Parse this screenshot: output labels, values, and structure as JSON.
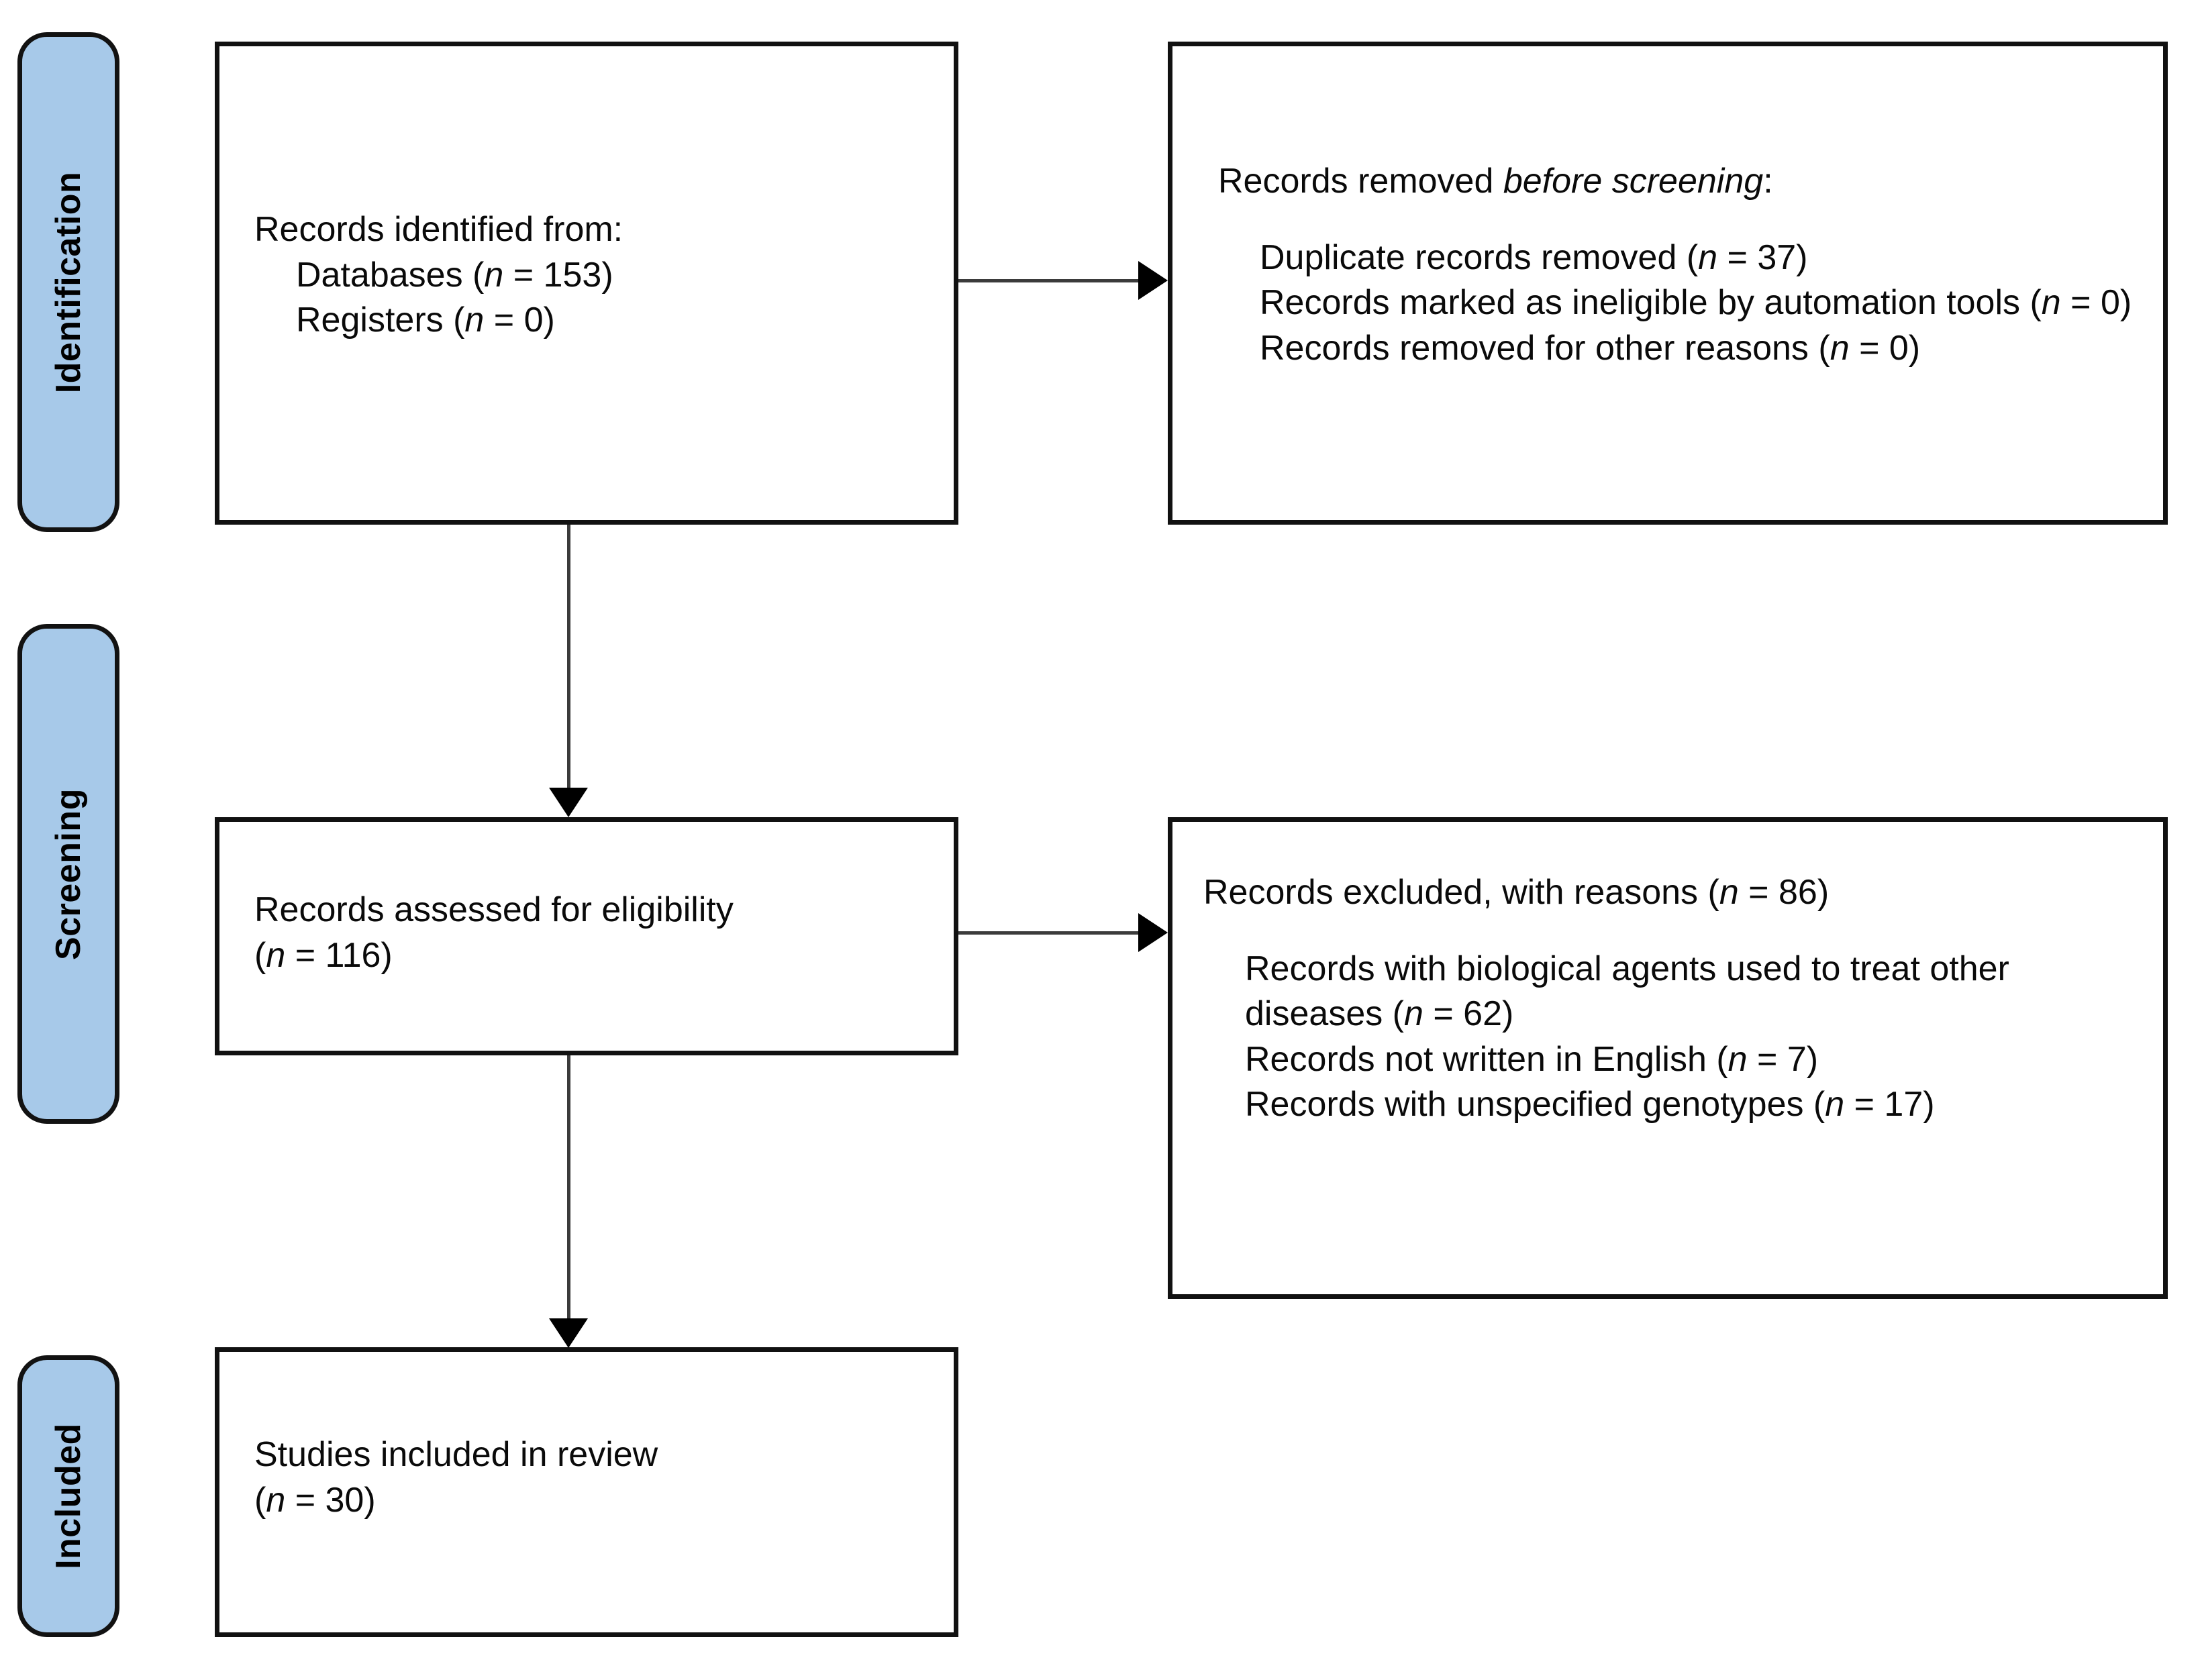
{
  "diagram": {
    "title": "PRISMA 2020 flow diagram",
    "colors": {
      "stage_band_fill": "#a7c9e9",
      "stage_band_border": "#121212",
      "box_border": "#111111",
      "box_fill": "#ffffff",
      "connector": "#3b3b3b",
      "arrow_head": "#000000",
      "text": "#0a0a0a"
    },
    "stages": [
      {
        "id": "identification",
        "label": "Identification"
      },
      {
        "id": "screening",
        "label": "Screening"
      },
      {
        "id": "included",
        "label": "Included"
      }
    ],
    "boxes": {
      "records_identified": {
        "lines": [
          {
            "text": "Records identified from:",
            "indent": false
          },
          {
            "text": "Databases (",
            "italic": "n",
            "tail": " = 153)",
            "indent": true
          },
          {
            "text": "Registers (",
            "italic": "n",
            "tail": " = 0)",
            "indent": true
          }
        ]
      },
      "records_removed": {
        "heading_pre": "Records removed ",
        "heading_italic": "before screening",
        "heading_post": ":",
        "items": [
          {
            "text": "Duplicate records removed (",
            "italic": "n",
            "tail": " = 37)"
          },
          {
            "text": "Records marked as ineligible by automation tools (",
            "italic": "n",
            "tail": " = 0)"
          },
          {
            "text": "Records removed for other reasons (",
            "italic": "n",
            "tail": " = 0)"
          }
        ]
      },
      "records_assessed": {
        "lines": [
          {
            "text": "Records assessed for eligibility",
            "indent": false
          },
          {
            "text": "(",
            "italic": "n",
            "tail": " = 116)",
            "indent": false
          }
        ]
      },
      "records_excluded": {
        "heading_pre": "Records excluded, with reasons (",
        "heading_italic": "n",
        "heading_post": " = 86)",
        "items": [
          {
            "text": "Records with biological agents used to treat other diseases (",
            "italic": "n",
            "tail": " = 62)"
          },
          {
            "text": "Records not written in English (",
            "italic": "n",
            "tail": " = 7)"
          },
          {
            "text": "Records with unspecified genotypes (",
            "italic": "n",
            "tail": " = 17)"
          }
        ]
      },
      "studies_included": {
        "lines": [
          {
            "text": "Studies included in review",
            "indent": false
          },
          {
            "text": "(",
            "italic": "n",
            "tail": " = 30)",
            "indent": false
          }
        ]
      }
    },
    "counts": {
      "databases": 153,
      "registers": 0,
      "duplicates_removed": 37,
      "marked_ineligible_automation": 0,
      "removed_other_reasons": 0,
      "assessed_for_eligibility": 116,
      "excluded_total": 86,
      "excluded_biological_agents_other_diseases": 62,
      "excluded_not_english": 7,
      "excluded_unspecified_genotypes": 17,
      "studies_included_in_review": 30
    }
  }
}
